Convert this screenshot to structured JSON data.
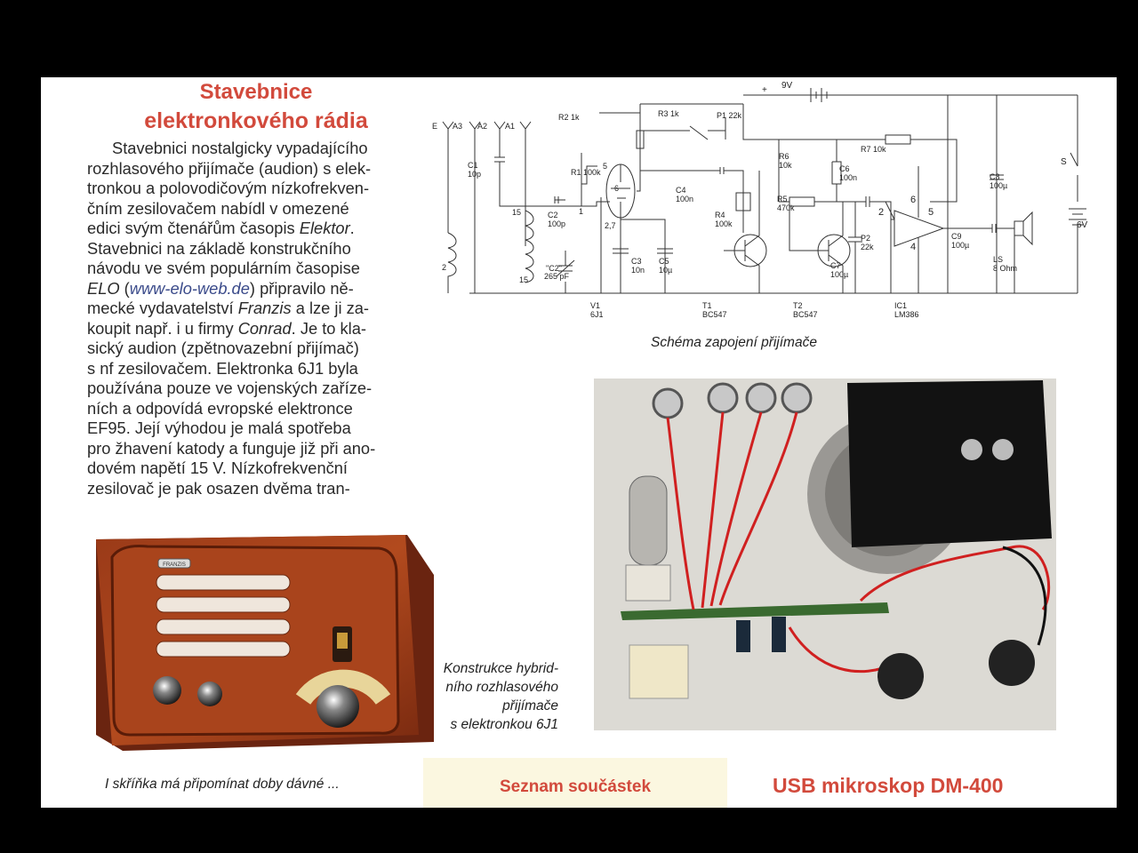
{
  "article": {
    "title_line1": "Stavebnice",
    "title_line2": "elektronkového rádia",
    "body": {
      "l1": "Stavebnici nostalgicky vypadajícího",
      "l2": "rozhlasového přijímače (audion) s elek-",
      "l3": "tronkou a polovodičovým nízkofrekven-",
      "l4": "čním zesilovačem nabídl v omezené",
      "l5a": "edici svým čtenářům časopis ",
      "l5b": "Elektor",
      "l5c": ".",
      "l6": "Stavebnici na základě konstrukčního",
      "l7": "návodu ve svém populárním časopise",
      "l8a": "ELO",
      "l8b": " (",
      "l8c": "www-elo-web.de",
      "l8d": ") připravilo ně-",
      "l9a": "mecké vydavatelství ",
      "l9b": "Franzis",
      "l9c": " a lze ji za-",
      "l10a": "koupit např. i u firmy ",
      "l10b": "Conrad",
      "l10c": ". Je to kla-",
      "l11": "sický audion (zpětnovazební přijímač)",
      "l12": "s nf zesilovačem. Elektronka 6J1 byla",
      "l13": "používána pouze ve vojenských zaříze-",
      "l14": "ních a odpovídá evropské elektronce",
      "l15": "EF95. Její výhodou je malá spotřeba",
      "l16": "pro žhavení katody a funguje již při ano-",
      "l17": "dovém napětí 15 V. Nízkofrekvenční",
      "l18": "zesilovač je pak osazen dvěma tran-"
    }
  },
  "captions": {
    "schema": "Schéma zapojení přijímače",
    "radio": "I skříňka má připomínat doby dávné ...",
    "build_l1": "Konstrukce hybrid-",
    "build_l2": "ního rozhlasového",
    "build_l3": "přijímače",
    "build_l4": "s elektronkou 6J1"
  },
  "radio_badge": "FRANZIS",
  "schematic": {
    "E": "E",
    "A3": "A3",
    "A2": "A2",
    "A1": "A1",
    "C1": "C1",
    "C1v": "10p",
    "R2": "R2 1k",
    "R3": "R3 1k",
    "P1": "P1 22k",
    "V9": "9V",
    "plus": "+",
    "R1": "R1 100k",
    "C2": "C2",
    "C2v": "100p",
    "n5": "5",
    "n6": "6",
    "n1": "1",
    "n27": "2,7",
    "n15a": "15",
    "n15b": "15",
    "n2": "2",
    "C2var": "\"C2\"",
    "C2varv": "265 pF",
    "C3": "C3",
    "C3v": "10n",
    "C5": "C5",
    "C5v": "10µ",
    "V1": "V1",
    "V1v": "6J1",
    "C4": "C4",
    "C4v": "100n",
    "R4": "R4",
    "R4v": "100k",
    "T1": "T1",
    "T1v": "BC547",
    "R6": "R6",
    "R6v": "10k",
    "R5": "R5",
    "R5v": "470k",
    "T2": "T2",
    "T2v": "BC547",
    "C7": "C7",
    "C7v": "100µ",
    "R7": "R7 10k",
    "C6": "C6",
    "C6v": "100n",
    "P2": "P2",
    "P2v": "22k",
    "a6": "6",
    "a2": "2",
    "a5": "5",
    "a4": "4",
    "IC1": "IC1",
    "IC1v": "LM386",
    "C8": "C8",
    "C8v": "100µ",
    "C9": "C9",
    "C9v": "100µ",
    "LS": "LS",
    "LSv": "8 Ohm",
    "S": "S",
    "V6": "6V"
  },
  "bottom": {
    "parts_title": "Seznam součástek",
    "usb_title": "USB mikroskop DM-400"
  }
}
